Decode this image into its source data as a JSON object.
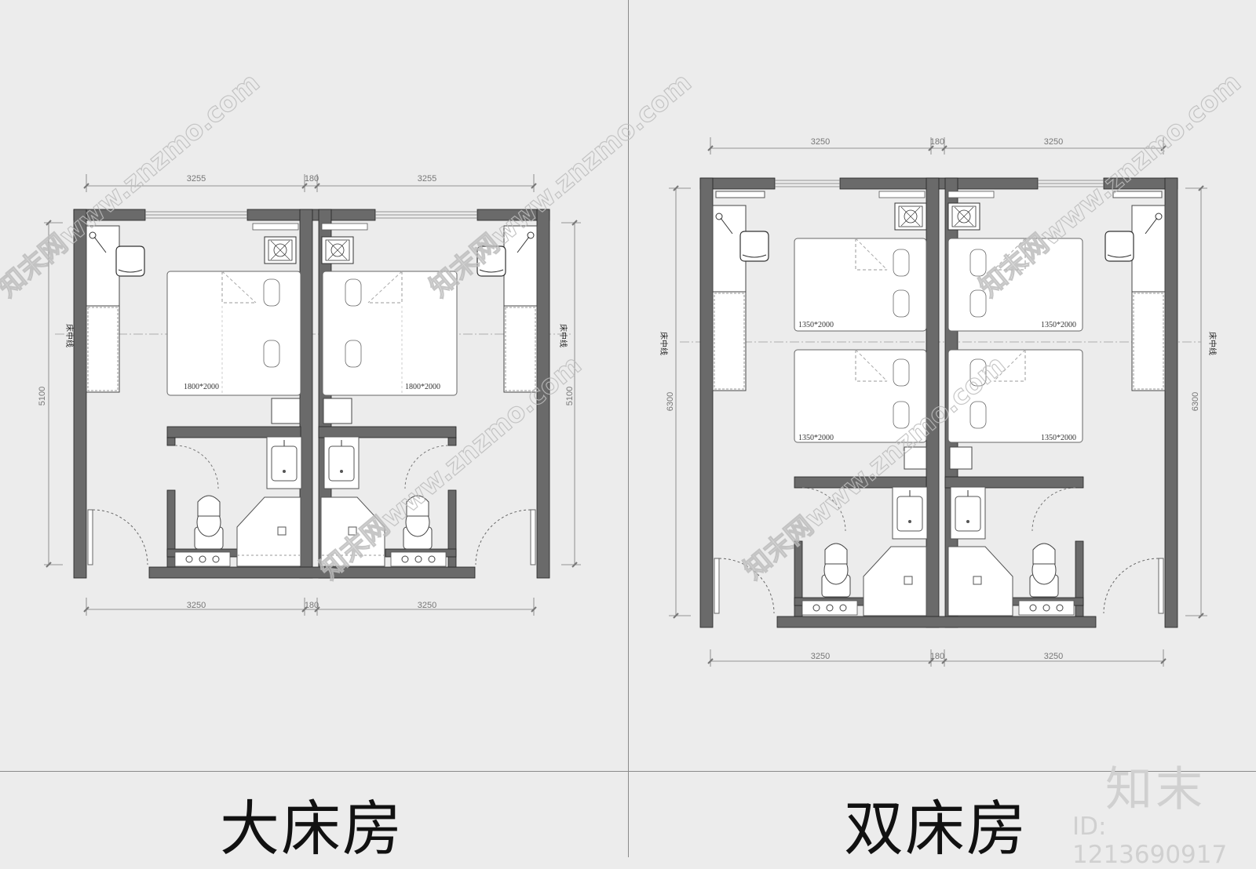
{
  "left_plan": {
    "title": "大床房",
    "top_dims": [
      "3255",
      "180",
      "3255"
    ],
    "bottom_dims": [
      "3250",
      "180",
      "3250"
    ],
    "side_dim": "5100",
    "bed_label_left": "1800*2000",
    "bed_label_right": "1800*2000",
    "centerline_label": "床中线"
  },
  "right_plan": {
    "title": "双床房",
    "top_dims": [
      "3250",
      "180",
      "3250"
    ],
    "bottom_dims": [
      "3250",
      "180",
      "3250"
    ],
    "side_dim": "6300",
    "bed_label": "1350*2000",
    "centerline_label": "床中线"
  },
  "watermark": {
    "text": "知末网www.znzmo.com",
    "logo": "知末",
    "id": "ID: 1213690917"
  }
}
